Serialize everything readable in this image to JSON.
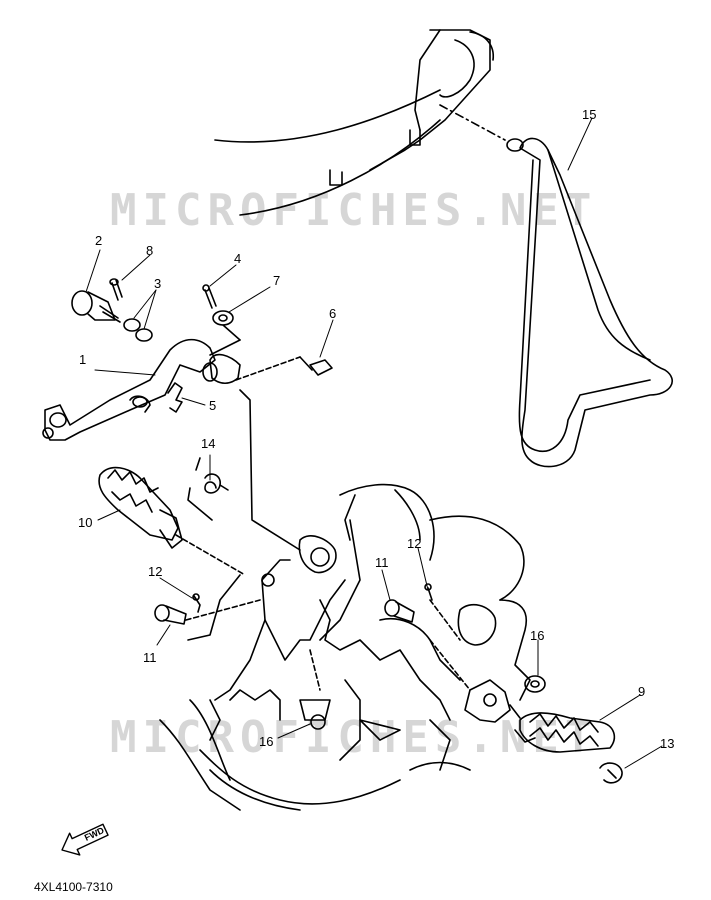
{
  "watermark": "MICROFICHES.NET",
  "callouts": [
    "1",
    "2",
    "3",
    "4",
    "5",
    "6",
    "7",
    "8",
    "9",
    "10",
    "11",
    "11",
    "12",
    "12",
    "13",
    "14",
    "15",
    "16",
    "16"
  ],
  "fwd_label": "FWD",
  "diagram_code": "4XL4100-7310"
}
